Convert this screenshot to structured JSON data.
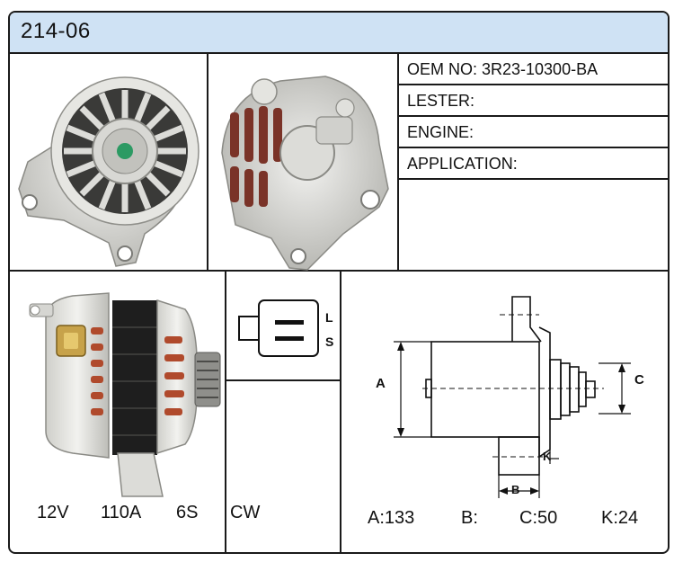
{
  "header": {
    "part_number": "214-06"
  },
  "specs": {
    "oem": "OEM NO: 3R23-10300-BA",
    "lester": "LESTER:",
    "engine": "ENGINE:",
    "application": "APPLICATION:"
  },
  "connector": {
    "label_top": "L",
    "label_bottom": "S"
  },
  "ratings": {
    "voltage": "12V",
    "amperage": "110A",
    "pulley": "6S",
    "rotation": "CW"
  },
  "diagram": {
    "label_a": "A",
    "label_b": "B",
    "label_c": "C",
    "label_k": "K"
  },
  "dimensions": {
    "a": "A:133",
    "b": "B:",
    "c": "C:50",
    "k": "K:24"
  }
}
